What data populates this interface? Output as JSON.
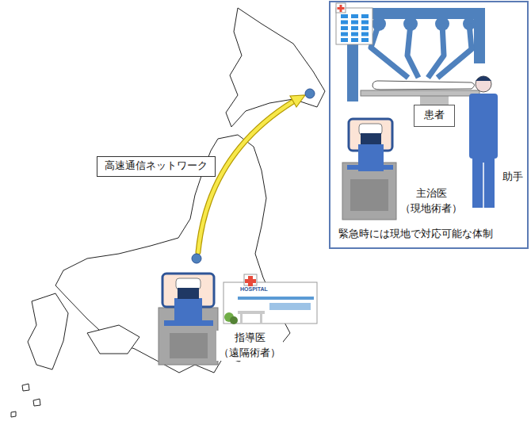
{
  "diagram": {
    "nodes": [
      {
        "text": [
          "高速通信ネットワーク"
        ]
      },
      {
        "text": [
          "緊急時には現地で対応可能な体制"
        ]
      },
      {
        "text": [
          "患者"
        ],
        "in": 1
      }
    ],
    "labels": [
      "主治医 （現地術者）",
      "助手",
      "HOSPITAL",
      "指導医 （遠隔術者）"
    ]
  }
}
